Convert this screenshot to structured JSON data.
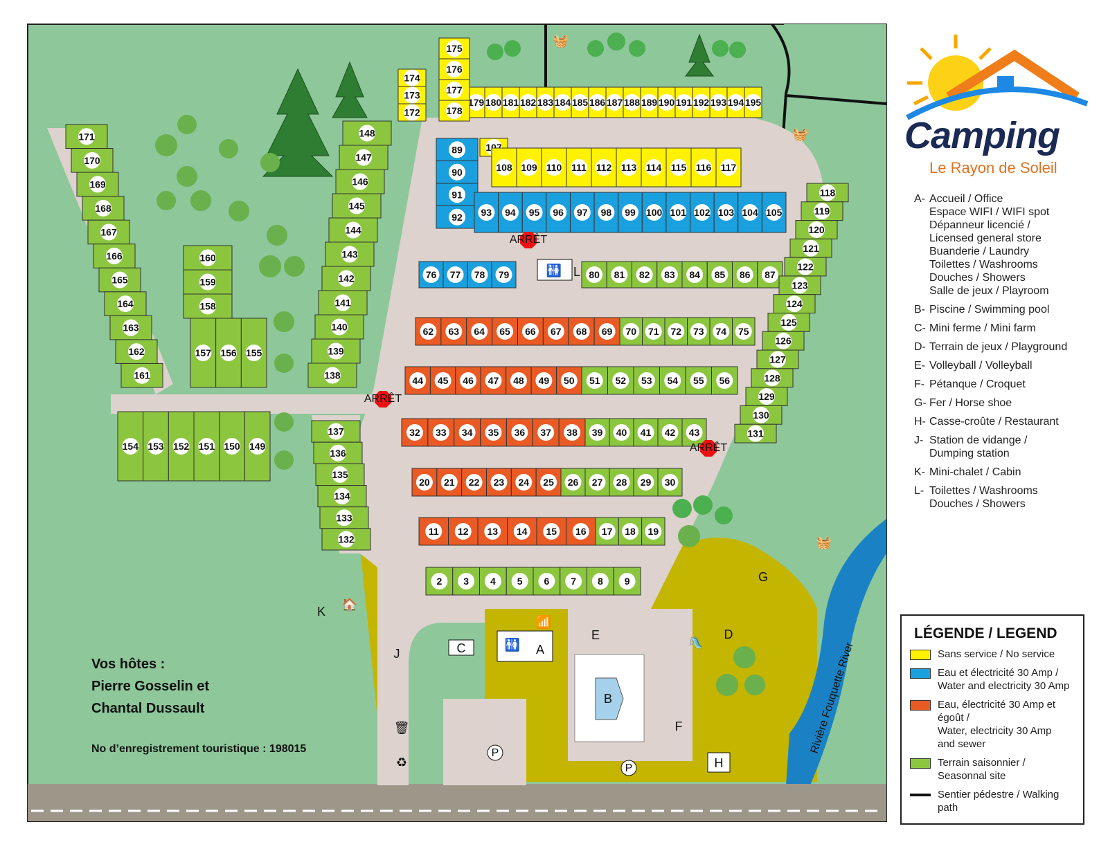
{
  "colors": {
    "grass": "#8dc79a",
    "road": "#ddd2cd",
    "olive": "#c4b500",
    "yellow": "#fff200",
    "blue": "#1aa0de",
    "orange": "#ea5a24",
    "green": "#8cc63f",
    "river": "#1a82c4",
    "asphalt": "#9d978a"
  },
  "brand": {
    "title": "Camping",
    "subtitle": "Le Rayon de Soleil"
  },
  "services": [
    {
      "code": "A-",
      "lines": [
        "Accueil / Office",
        "Espace WIFI / WIFI spot",
        "Dépanneur licencié /",
        "Licensed general store",
        "Buanderie / Laundry",
        "Toilettes / Washrooms",
        "Douches / Showers",
        "Salle de jeux / Playroom"
      ]
    },
    {
      "code": "B-",
      "lines": [
        "Piscine / Swimming pool"
      ]
    },
    {
      "code": "C-",
      "lines": [
        "Mini ferme / Mini farm"
      ]
    },
    {
      "code": "D-",
      "lines": [
        "Terrain de jeux / Playground"
      ]
    },
    {
      "code": "E-",
      "lines": [
        "Volleyball / Volleyball"
      ]
    },
    {
      "code": "F-",
      "lines": [
        "Pétanque / Croquet"
      ]
    },
    {
      "code": "G-",
      "lines": [
        "Fer / Horse shoe"
      ]
    },
    {
      "code": "H-",
      "lines": [
        "Casse-croûte / Restaurant"
      ]
    },
    {
      "code": "J-",
      "lines": [
        "Station de vidange /",
        "Dumping station"
      ]
    },
    {
      "code": "K-",
      "lines": [
        "Mini-chalet / Cabin"
      ]
    },
    {
      "code": "L-",
      "lines": [
        "Toilettes / Washrooms",
        "Douches / Showers"
      ]
    }
  ],
  "legend": {
    "title": "LÉGENDE / LEGEND",
    "items": [
      {
        "color": "#fff200",
        "lines": [
          "Sans service / No service"
        ]
      },
      {
        "color": "#1aa0de",
        "lines": [
          "Eau et électricité 30 Amp /",
          "Water and electricity 30 Amp"
        ]
      },
      {
        "color": "#ea5a24",
        "lines": [
          "Eau, électricité 30 Amp et égoût /",
          "Water, electricity 30 Amp",
          "and sewer"
        ]
      },
      {
        "color": "#8cc63f",
        "lines": [
          "Terrain saisonnier /",
          "Seasonnal site"
        ]
      }
    ],
    "path_label": "Sentier pédestre / Walking path"
  },
  "hosts": {
    "line1": "Vos hôtes :",
    "line2": "Pierre Gosselin et",
    "line3": "Chantal Dussault"
  },
  "registration": "No d’enregistrement touristique : 198015",
  "map": {
    "stop": "ARRÊT",
    "river": "Rivière Fouquette River",
    "letters": {
      "A": "A",
      "B": "B",
      "C": "C",
      "D": "D",
      "E": "E",
      "F": "F",
      "G": "G",
      "H": "H",
      "J": "J",
      "K": "K",
      "L": "L",
      "P": "P"
    }
  }
}
